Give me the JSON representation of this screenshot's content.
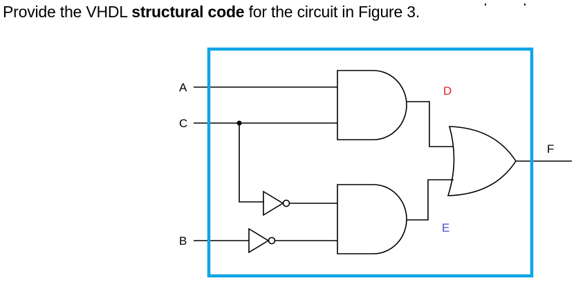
{
  "question": {
    "prefix": "Provide the VHDL ",
    "bold": "structural code",
    "suffix": " for the circuit in Figure 3."
  },
  "figure": {
    "inputs": [
      "A",
      "C",
      "B"
    ],
    "output": "F",
    "internal_signals": [
      {
        "name": "D",
        "color": "#e8202a"
      },
      {
        "name": "E",
        "color": "#4a4ad0"
      }
    ],
    "labels": {
      "a": "A",
      "c": "C",
      "b": "B",
      "d": "D",
      "e": "E",
      "f": "F"
    },
    "gates": [
      {
        "type": "AND",
        "inputs": [
          "A",
          "C"
        ],
        "output": "D"
      },
      {
        "type": "NOT",
        "inputs": [
          "C"
        ],
        "output": "C_not"
      },
      {
        "type": "NOT",
        "inputs": [
          "B"
        ],
        "output": "B_not"
      },
      {
        "type": "AND",
        "inputs": [
          "C_not",
          "B_not"
        ],
        "output": "E"
      },
      {
        "type": "OR",
        "inputs": [
          "D",
          "E"
        ],
        "output": "F"
      }
    ],
    "boundary_color": "#0fa5e6"
  }
}
